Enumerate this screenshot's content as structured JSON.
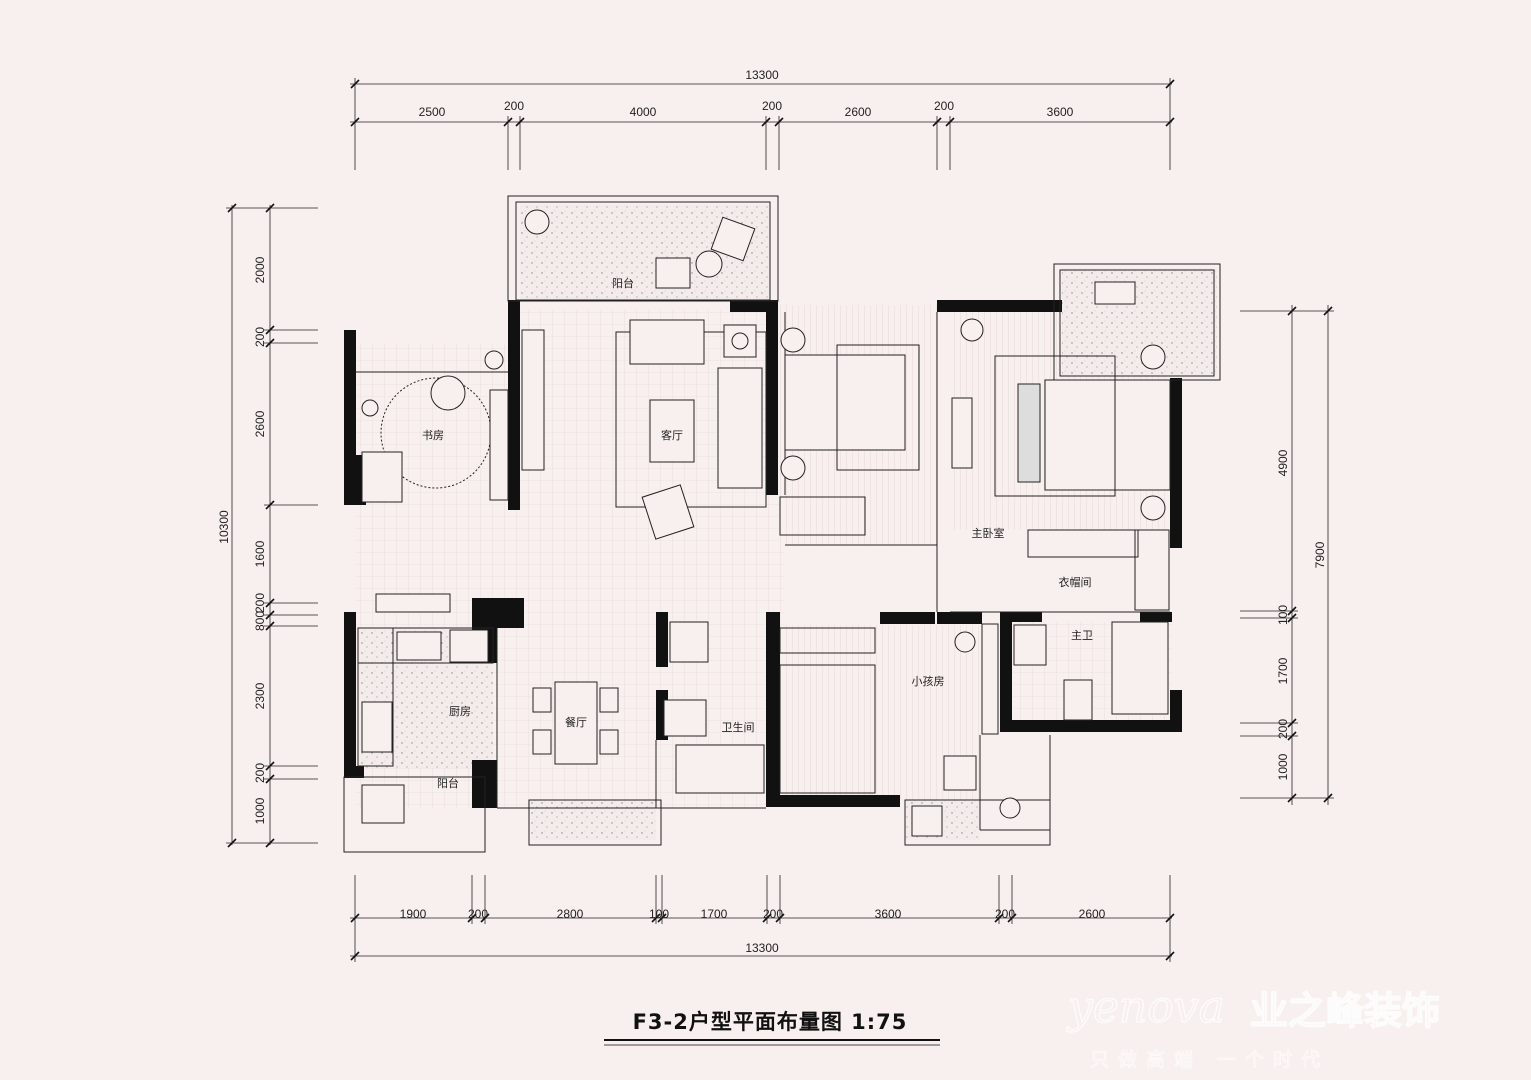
{
  "title": "F3-2户型平面布量图   1:75",
  "dimensions": {
    "top_total": "13300",
    "top_segments": [
      "2500",
      "200",
      "4000",
      "200",
      "2600",
      "200",
      "3600"
    ],
    "bottom_total": "13300",
    "bottom_segments": [
      "1900",
      "200",
      "2800",
      "100",
      "1700",
      "200",
      "3600",
      "200",
      "2600"
    ],
    "left_total": "10300",
    "left_segments": [
      "2000",
      "200",
      "2600",
      "1600",
      "200",
      "800",
      "2300",
      "200",
      "1000"
    ],
    "right_total": "7900",
    "right_segments": [
      "4900",
      "100",
      "1700",
      "200",
      "1000"
    ]
  },
  "rooms": {
    "balcony_top": "阳台",
    "study": "书房",
    "living": "客厅",
    "master_bedroom": "主卧室",
    "walk_in_closet": "衣帽间",
    "master_bath": "主卫",
    "kitchen": "厨房",
    "dining": "餐厅",
    "bathroom": "卫生间",
    "kids_room": "小孩房",
    "balcony_kitchen": "阳台"
  },
  "watermark": {
    "brand_en": "yenova",
    "brand_cn": "业之峰装饰",
    "slogan": "只做高端 一个时代"
  }
}
